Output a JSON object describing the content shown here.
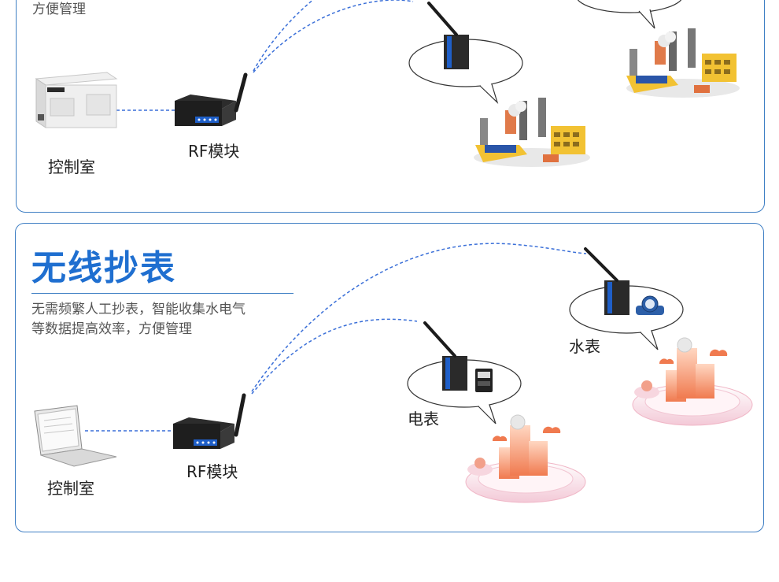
{
  "top": {
    "subtitle_tail": "方便管理",
    "control_room": "控制室",
    "rf_module": "RF模块"
  },
  "bottom": {
    "title": "无线抄表",
    "desc_line1": "无需频繁人工抄表，智能收集水电气",
    "desc_line2": "等数据提高效率，方便管理",
    "control_room": "控制室",
    "rf_module": "RF模块",
    "electric_meter": "电表",
    "water_meter": "水表"
  },
  "colors": {
    "accent": "#1f6fd0",
    "border": "#3f7fc4",
    "link": "#3a6fd8"
  }
}
